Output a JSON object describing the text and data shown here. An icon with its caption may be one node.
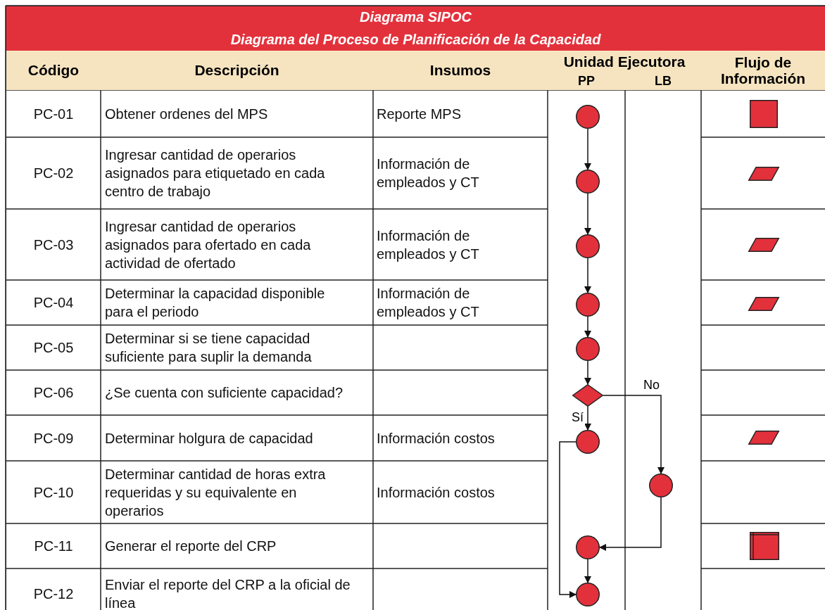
{
  "diagram": {
    "title": "Diagrama SIPOC",
    "nodes": [
      {
        "text": [],
        "shape": "circle"
      },
      {
        "text": [],
        "shape": "box"
      },
      {
        "text": [],
        "shape": "circle"
      },
      {
        "text": [],
        "shape": "parallelogram"
      },
      {
        "text": [],
        "shape": "circle"
      },
      {
        "text": [],
        "shape": "parallelogram"
      },
      {
        "text": [],
        "shape": "circle"
      },
      {
        "text": [],
        "shape": "parallelogram"
      },
      {
        "text": [],
        "shape": "circle"
      },
      {
        "text": [],
        "shape": "diamond"
      },
      {
        "text": [],
        "shape": "circle"
      },
      {
        "text": [],
        "shape": "parallelogram"
      },
      {
        "text": [],
        "shape": "circle"
      },
      {
        "text": [],
        "shape": "circle"
      },
      {
        "text": [],
        "shape": "box"
      },
      {
        "text": [],
        "shape": "circle"
      }
    ],
    "edges": [
      {
        "from": 0,
        "to": 2,
        "arrow": "to"
      },
      {
        "from": 2,
        "to": 4,
        "arrow": "to"
      },
      {
        "from": 4,
        "to": 6,
        "arrow": "to"
      },
      {
        "from": 6,
        "to": 8,
        "arrow": "to"
      },
      {
        "from": 8,
        "to": 9,
        "arrow": "to"
      },
      {
        "from": 9,
        "to": 10,
        "arrow": "to",
        "label": "Sí"
      },
      {
        "from": 9,
        "to": 12,
        "arrow": "to",
        "label": "No"
      },
      {
        "from": 12,
        "to": 13,
        "arrow": "to"
      },
      {
        "from": 13,
        "to": 15,
        "arrow": "to"
      },
      {
        "from": 10,
        "to": 15,
        "arrow": "to"
      }
    ],
    "labels": [
      "Diagrama del Proceso de Planificación de la Capacidad",
      "Código",
      "Descripción",
      "Insumos",
      "Unidad Ejecutora",
      "PP",
      "LB",
      "Flujo de Información",
      "PC-01",
      "Obtener ordenes del MPS",
      "Reporte MPS",
      "PC-02",
      "Ingresar cantidad de operarios asignados para etiquetado en cada centro de trabajo",
      "Información de empleados y CT",
      "PC-03",
      "Ingresar cantidad de operarios asignados para ofertado en cada actividad de ofertado",
      "Información de empleados y CT",
      "PC-04",
      "Determinar la capacidad disponible para el periodo",
      "Información de empleados y CT",
      "PC-05",
      "Determinar si se tiene capacidad suficiente para suplir la demanda",
      "PC-06",
      "¿Se cuenta con suficiente capacidad?",
      "PC-09",
      "Determinar holgura de capacidad",
      "Información costos",
      "PC-10",
      "Determinar cantidad de horas extra requeridas y su equivalente en operarios",
      "Información costos",
      "PC-11",
      "Generar el reporte del CRP",
      "PC-12",
      "Enviar el reporte del CRP a la oficial de línea"
    ]
  }
}
